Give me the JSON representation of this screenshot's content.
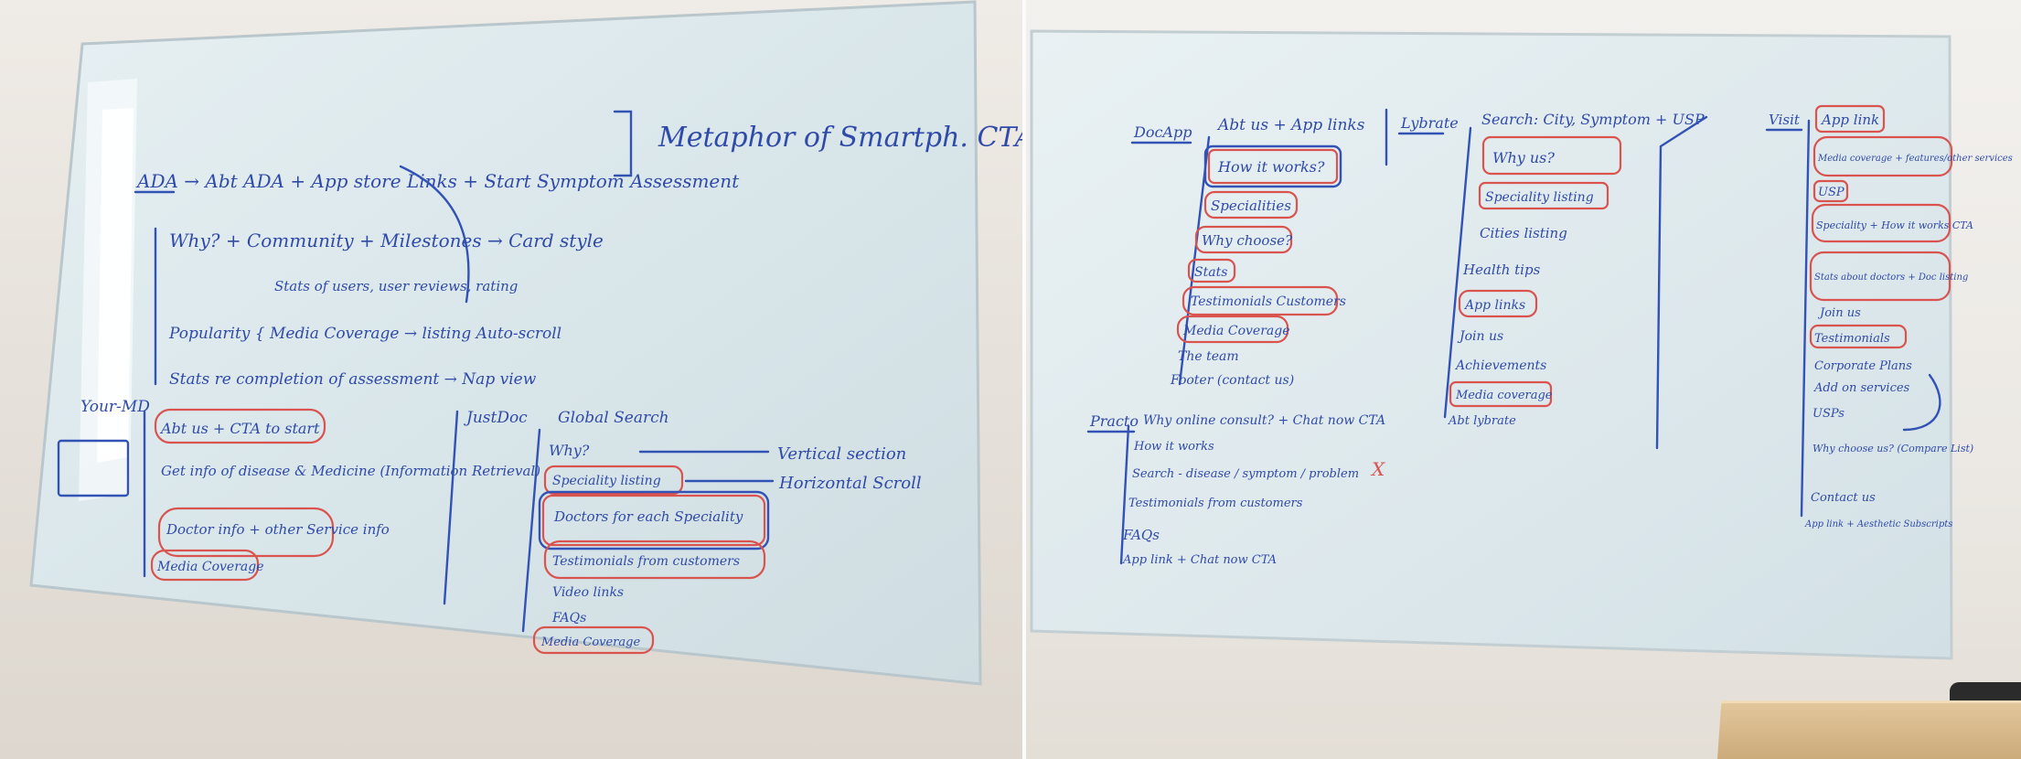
{
  "left_board": {
    "ada_line": "ADA → Abt ADA + App store Links + Start Symptom Assessment",
    "metaphor": "Metaphor of Smartph. CTA",
    "why": "Why? + Community + Milestones → Card style",
    "stats_users": "Stats of users, user reviews, rating",
    "popularity": "Popularity { Media Coverage → listing Auto-scroll",
    "stats_completion": "Stats re completion of assessment → Nap view",
    "yourmd": "Your-MD",
    "yourmd_items": [
      "Abt us + CTA to start",
      "Get info of disease & Medicine (Information Retrieval)",
      "Doctor info + other Service info",
      "Media Coverage"
    ],
    "justdoc": "JustDoc",
    "justdoc_items": [
      "Global Search",
      "Why?",
      "Speciality listing",
      "Doctors for each Speciality",
      "Testimonials from customers",
      "Video links",
      "FAQs",
      "Media Coverage"
    ],
    "vertical": "Vertical section",
    "horizontal": "Horizontal Scroll"
  },
  "right_board": {
    "docapp": "DocApp",
    "docapp_head": "Abt us + App links",
    "docapp_items": [
      "How it works?",
      "Specialities",
      "Why choose?",
      "Stats",
      "Testimonials Customers",
      "Media Coverage",
      "The team",
      "Footer (contact us)"
    ],
    "lybrate": "Lybrate",
    "lybrate_head": "Search: City, Symptom + USP",
    "lybrate_items": [
      "Why us?",
      "Speciality listing",
      "Cities listing",
      "Health tips",
      "App links",
      "Join us",
      "Achievements",
      "Media coverage",
      "Abt lybrate"
    ],
    "visit": "Visit",
    "visit_items": [
      "App link",
      "Media coverage + features/other services",
      "USP",
      "Speciality + How it works CTA",
      "Stats about doctors + Doc listing",
      "Join us",
      "Testimonials",
      "Corporate Plans",
      "Add on services",
      "USPs",
      "Why choose us? (Compare List)",
      "Contact us",
      "App link + Aesthetic Subscripts"
    ],
    "practo": "Practo",
    "practo_items": [
      "Why online consult? + Chat now CTA",
      "How it works",
      "Search - disease / symptom / problem",
      "Testimonials from customers",
      "FAQs",
      "App link + Chat now CTA"
    ],
    "cross": "X"
  },
  "colors": {
    "blue_ink": "#2f4aa8",
    "red_ink": "#d9534f",
    "board": "#dbe6ea"
  }
}
